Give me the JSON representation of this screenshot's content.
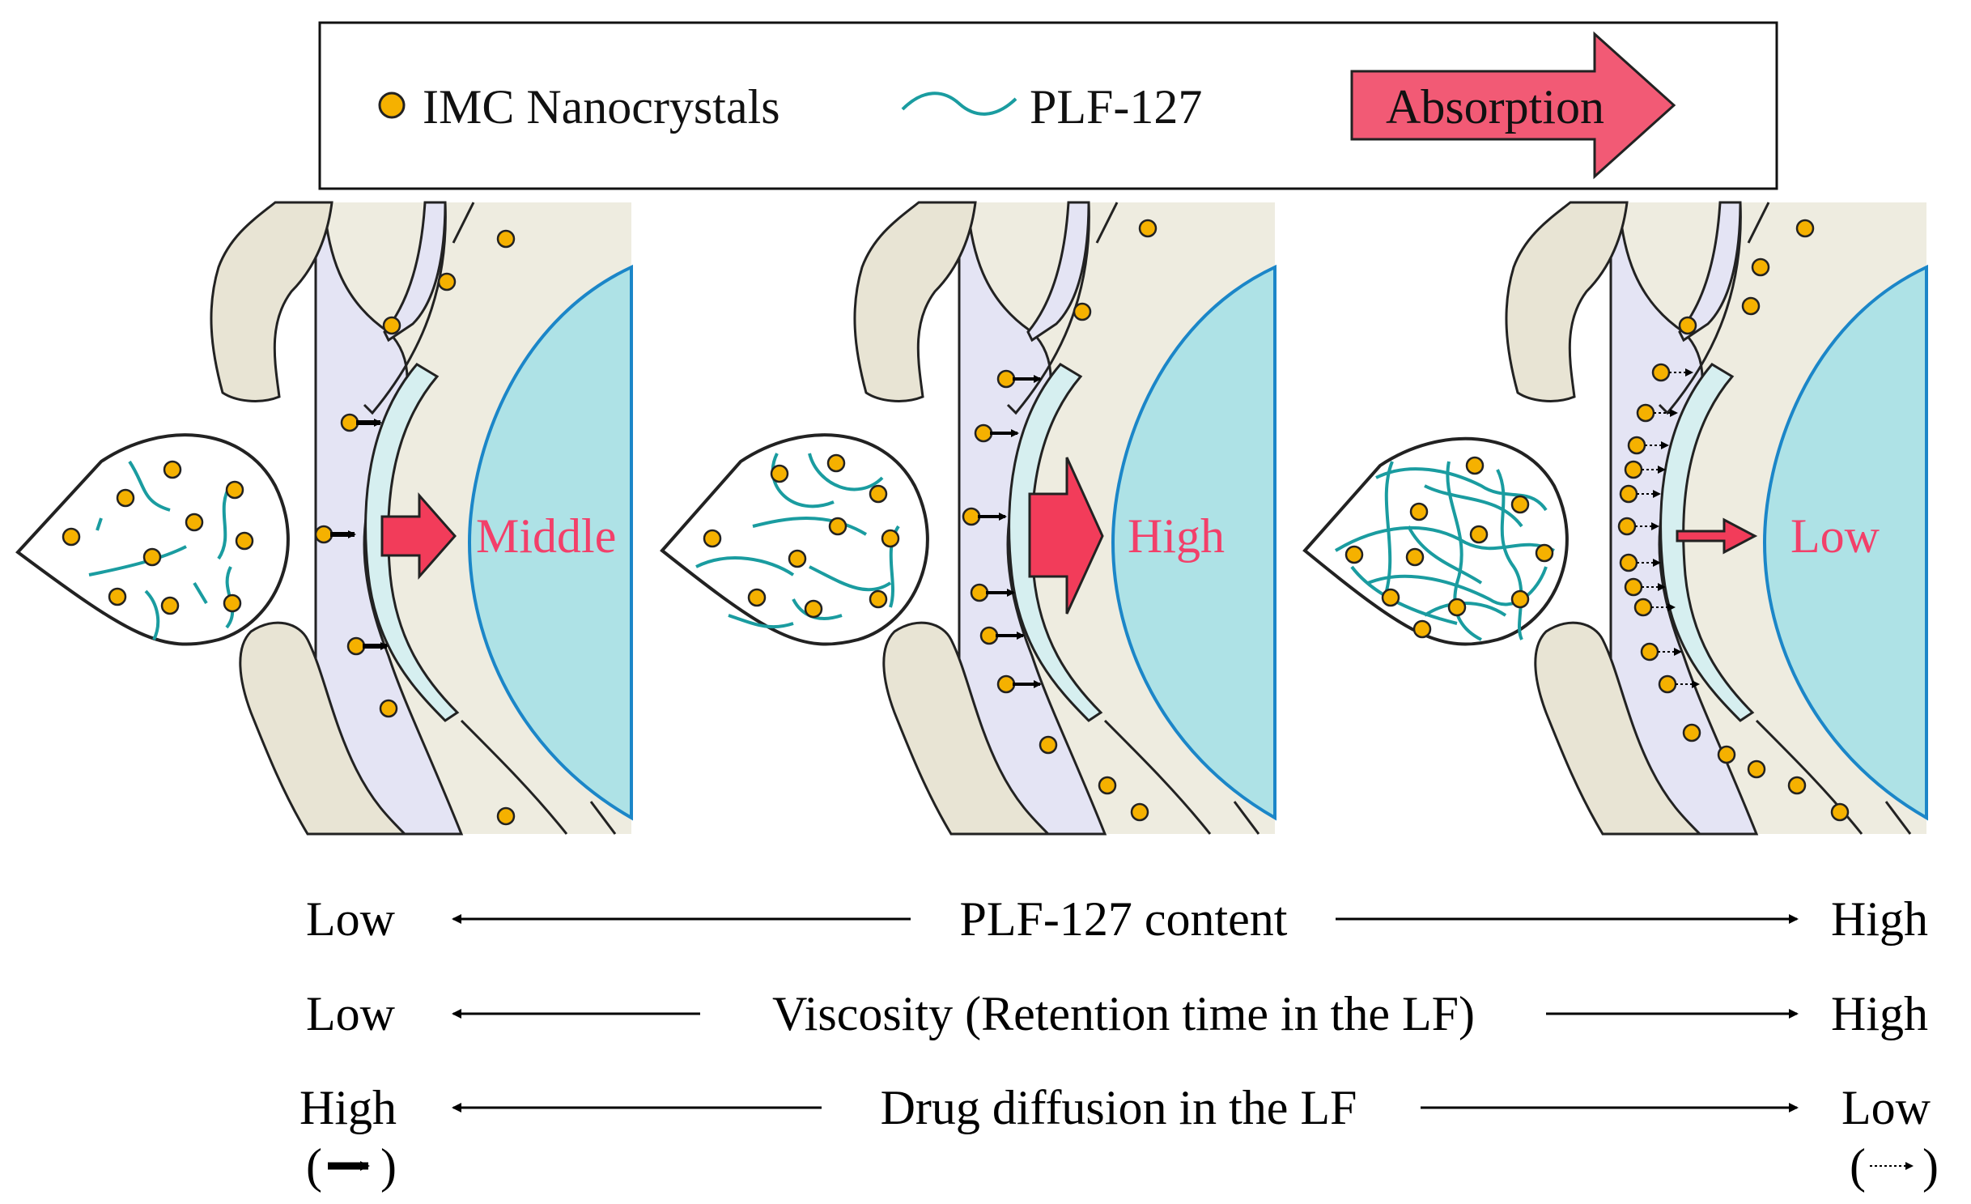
{
  "legend": {
    "nanocrystals_label": "IMC Nanocrystals",
    "polymer_label": "PLF-127",
    "absorption_label": "Absorption",
    "nanocrystal_color": "#f5b100",
    "polymer_color": "#1a9ca0",
    "absorption_color": "#f25a75"
  },
  "panels": [
    {
      "name": "low-plf",
      "absorption_level": "Middle"
    },
    {
      "name": "mid-plf",
      "absorption_level": "High"
    },
    {
      "name": "high-plf",
      "absorption_level": "Low"
    }
  ],
  "scales": [
    {
      "left": "Low",
      "center": "PLF-127 content",
      "right": "High"
    },
    {
      "left": "Low",
      "center": "Viscosity (Retention time in the LF)",
      "right": "High"
    },
    {
      "left": "High",
      "center": "Drug diffusion in the LF",
      "right": "Low"
    }
  ],
  "diffusion_legend": {
    "left_open": "(",
    "left_close": ")",
    "right_open": "(",
    "right_close": ")"
  },
  "colors": {
    "eyelid": "#e8e4d4",
    "tear_film": "#e4e4f4",
    "cornea": "#d6eff0",
    "eye_interior": "#eeece0",
    "lens": "#aee2e6",
    "lens_stroke": "#1b86c8",
    "level_text": "#f2406a"
  }
}
